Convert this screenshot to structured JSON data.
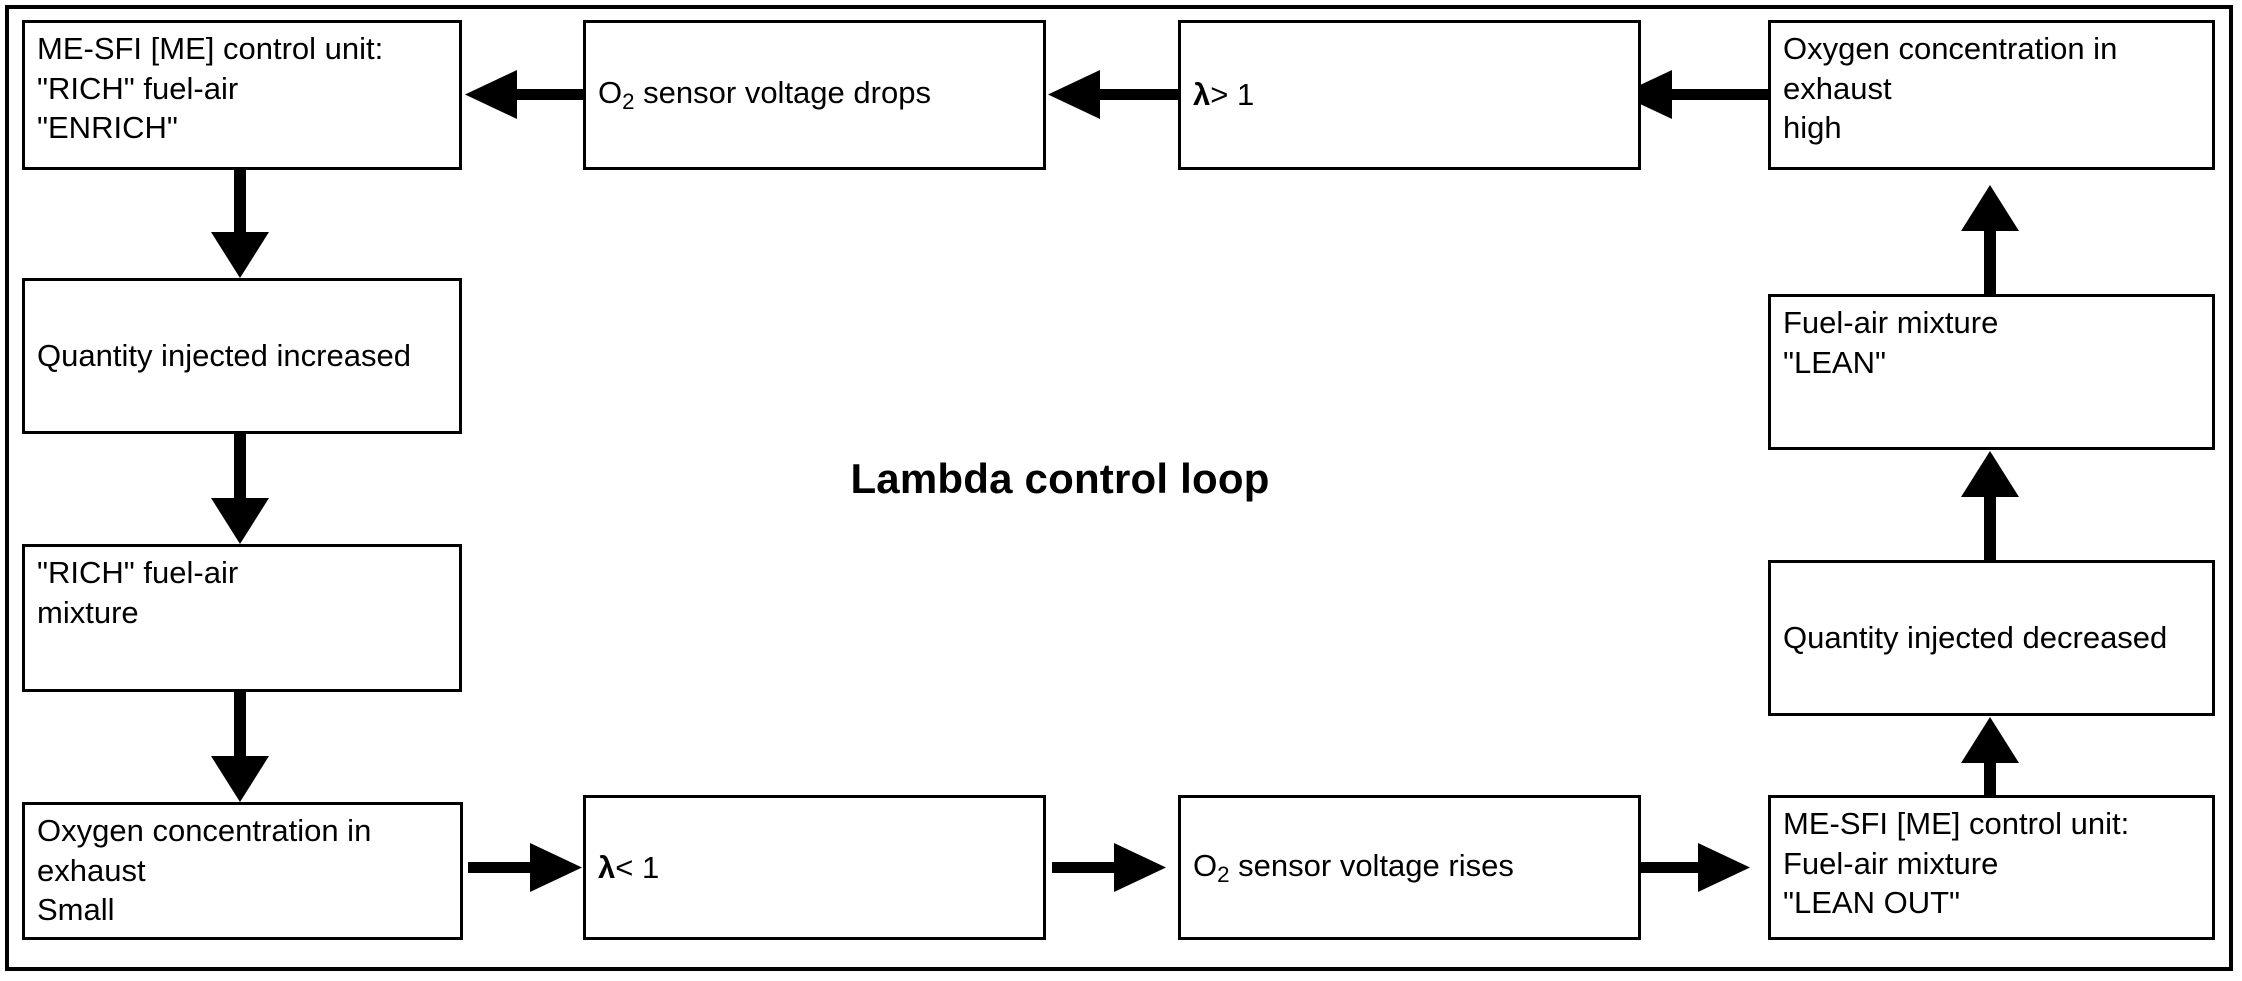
{
  "diagram": {
    "title": "Lambda control loop",
    "frame": {
      "border_color": "#000000"
    },
    "nodes": {
      "me_sfi_enrich": {
        "line1": "ME-SFI [ME] control unit:",
        "line2": "\"RICH\" fuel-air",
        "line3": "\"ENRICH\"",
        "text": "ME-SFI [ME] control unit:\n\"RICH\" fuel-air\n\"ENRICH\""
      },
      "o2_voltage_drops": {
        "prefix": "O",
        "subscript": "2",
        "suffix": " sensor voltage drops",
        "text": "O2 sensor voltage drops"
      },
      "lambda_gt_1": {
        "symbol": "λ",
        "relation": "> 1",
        "text": "λ> 1"
      },
      "oxygen_high": {
        "line1": "Oxygen concentration in",
        "line2": "exhaust",
        "line3": "high",
        "text": "Oxygen concentration in\nexhaust\nhigh"
      },
      "fuel_air_lean": {
        "line1": "Fuel-air mixture",
        "line2": "\"LEAN\"",
        "text": "Fuel-air mixture\n\"LEAN\""
      },
      "quantity_decreased": {
        "text": "Quantity injected decreased"
      },
      "me_sfi_lean_out": {
        "line1": "ME-SFI [ME] control unit:",
        "line2": "Fuel-air mixture",
        "line3": "\"LEAN OUT\"",
        "text": "ME-SFI [ME] control unit:\nFuel-air mixture\n\"LEAN OUT\""
      },
      "o2_voltage_rises": {
        "prefix": "O",
        "subscript": "2",
        "suffix": " sensor voltage rises",
        "text": "O2 sensor voltage rises"
      },
      "lambda_lt_1": {
        "symbol": "λ",
        "relation": "< 1",
        "text": "λ< 1"
      },
      "oxygen_small": {
        "line1": "Oxygen concentration in",
        "line2": "exhaust",
        "line3": "Small",
        "text": "Oxygen concentration in\nexhaust\nSmall"
      },
      "quantity_increased": {
        "text": "Quantity injected increased"
      },
      "rich_mixture": {
        "line1": "\"RICH\" fuel-air",
        "line2": "mixture",
        "text": "\"RICH\" fuel-air\nmixture"
      }
    },
    "flow_order": [
      "me_sfi_enrich",
      "quantity_increased",
      "rich_mixture",
      "oxygen_small",
      "lambda_lt_1",
      "o2_voltage_rises",
      "me_sfi_lean_out",
      "quantity_decreased",
      "fuel_air_lean",
      "oxygen_high",
      "lambda_gt_1",
      "o2_voltage_drops",
      "me_sfi_enrich"
    ]
  }
}
